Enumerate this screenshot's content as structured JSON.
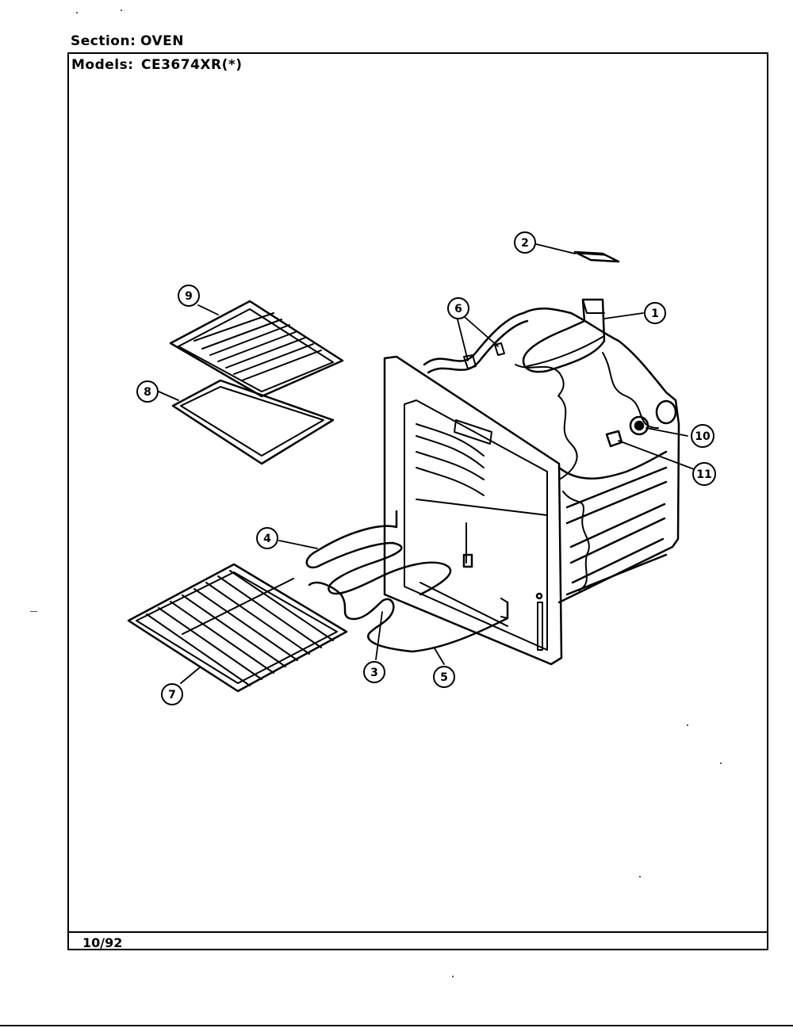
{
  "header": {
    "section_label": "Section:",
    "section_value": "OVEN",
    "models_label": "Models:",
    "models_value": "CE3674XR(*)"
  },
  "footer": {
    "date": "10/92"
  },
  "callouts": [
    "1",
    "2",
    "3",
    "4",
    "5",
    "6",
    "7",
    "8",
    "9",
    "10",
    "11"
  ]
}
